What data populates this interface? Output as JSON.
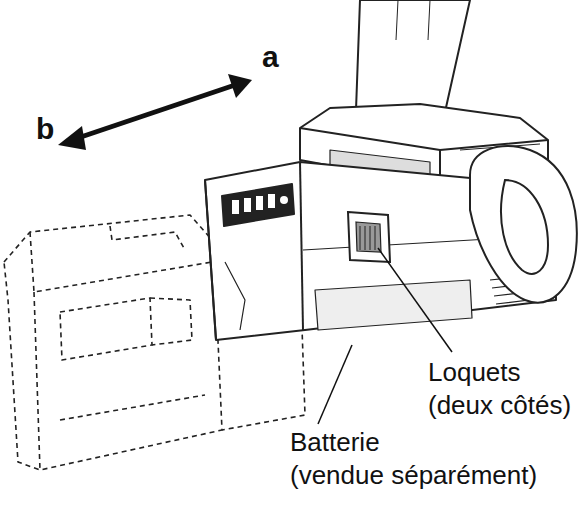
{
  "diagram": {
    "labels": [
      "a",
      "b",
      "Loquets (deux côtés)",
      "Batterie (vendue séparément)"
    ]
  }
}
